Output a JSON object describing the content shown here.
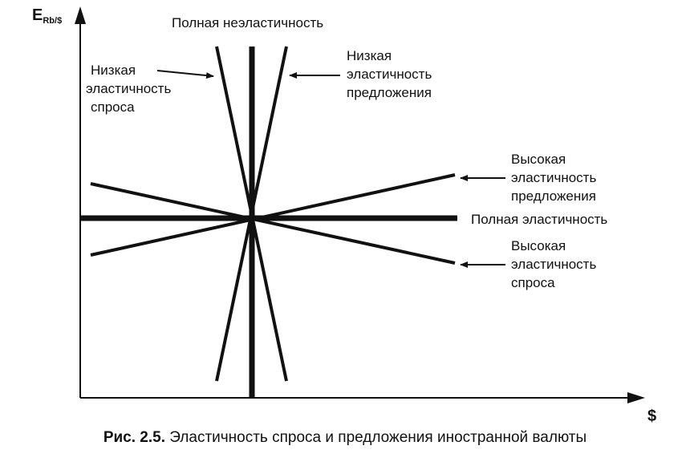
{
  "axes": {
    "y_label_main": "E",
    "y_label_sub": "Rb/$",
    "x_label": "$"
  },
  "labels": {
    "perfect_inelastic": "Полная неэластичность",
    "low_demand": [
      "Низкая",
      "эластичность",
      "спроса"
    ],
    "low_supply": [
      "Низкая",
      "эластичность",
      "предложения"
    ],
    "high_supply": [
      "Высокая",
      "эластичность",
      "предложения"
    ],
    "perfect_elastic": "Полная эластичность",
    "high_demand": [
      "Высокая",
      "эластичность",
      "спроса"
    ]
  },
  "caption": {
    "prefix": "Рис. 2.5.",
    "text": "Эластичность спроса и предложения иностранной валюты"
  },
  "colors": {
    "ink": "#111111",
    "background": "#ffffff"
  }
}
